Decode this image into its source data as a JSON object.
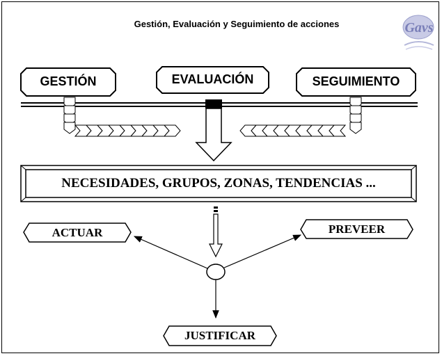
{
  "title": "Gestión, Evaluación y Seguimiento de acciones",
  "top_boxes": {
    "gestion": "GESTIÓN",
    "evaluacion": "EVALUACIÓN",
    "seguimiento": "SEGUIMIENTO"
  },
  "banner": "NECESIDADES, GRUPOS, ZONAS, TENDENCIAS ...",
  "outcomes": {
    "actuar": "ACTUAR",
    "preveer": "PREVEER",
    "justificar": "JUSTIFICAR"
  },
  "logo": {
    "icon": "gavs-logo-icon",
    "text": "Gavs"
  },
  "colors": {
    "line": "#000000",
    "background": "#ffffff",
    "logo": "#7a7fb8"
  }
}
